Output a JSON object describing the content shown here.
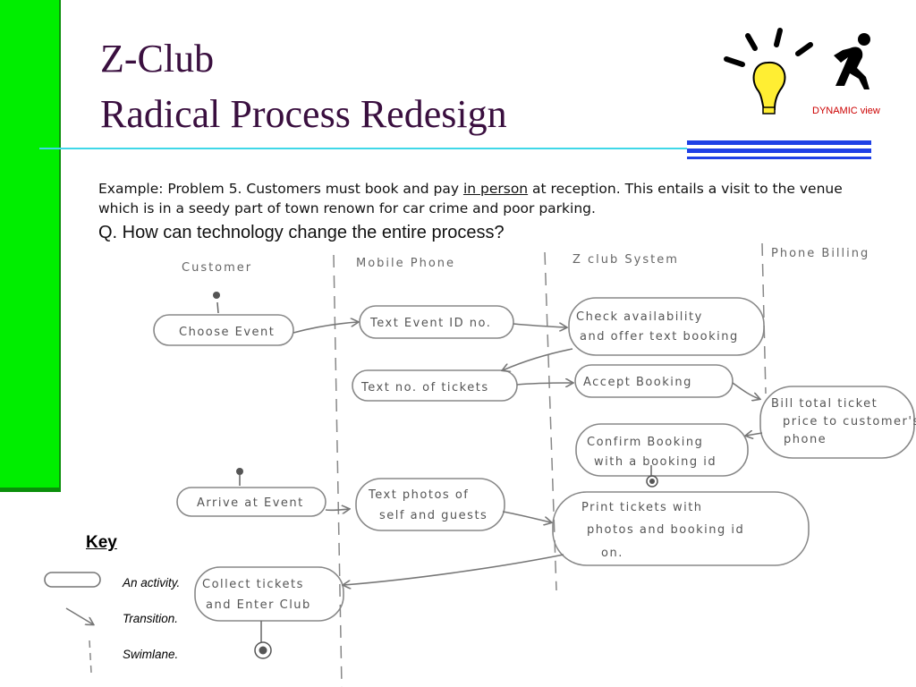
{
  "slide": {
    "title_line1": "Z-Club",
    "title_line2": "Radical Process Redesign",
    "dynamic_label": "DYNAMIC view",
    "example_prefix": "Example: Problem 5. Customers must book and pay ",
    "example_underlined": "in person",
    "example_suffix": " at reception.  This entails a visit to the venue which is in a seedy part of town renown for car crime and poor parking.",
    "question": "Q. How can technology change the entire process?"
  },
  "diagram": {
    "lanes": [
      "Customer",
      "Mobile Phone",
      "Z club System",
      "Phone Billing"
    ],
    "activities": {
      "choose_event": "Choose Event",
      "text_event_id": "Text Event ID no.",
      "check_availability_1": "Check availability",
      "check_availability_2": "and offer text booking",
      "text_tickets": "Text no. of tickets",
      "accept_booking": "Accept Booking",
      "bill_1": "Bill total ticket",
      "bill_2": "price to customer's",
      "bill_3": "phone",
      "confirm_1": "Confirm Booking",
      "confirm_2": "with a booking id",
      "arrive": "Arrive at Event",
      "photos_1": "Text photos of",
      "photos_2": "self and guests",
      "print_1": "Print tickets with",
      "print_2": "photos and booking id",
      "print_3": "on.",
      "collect_1": "Collect tickets",
      "collect_2": "and Enter Club"
    }
  },
  "key": {
    "title": "Key",
    "activity": "An activity.",
    "transition": "Transition.",
    "swimlane": "Swimlane."
  },
  "colors": {
    "green_bar": "#00ee00",
    "title": "#3a0f3f",
    "rule": "#3fd8e8",
    "blue_rule": "#1e40e6",
    "dynamic_label": "#cc0000"
  },
  "icons": [
    "lightbulb-icon",
    "running-man-icon"
  ]
}
